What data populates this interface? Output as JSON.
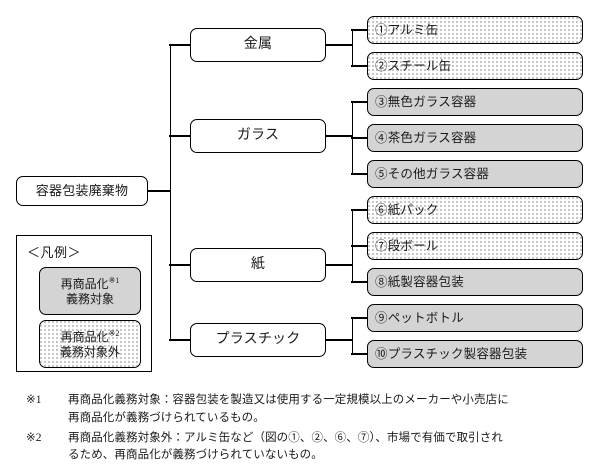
{
  "root": {
    "label": "容器包装廃棄物"
  },
  "legend": {
    "title": "＜凡例＞",
    "samples": [
      {
        "line1": "再商品化",
        "mark": "※1",
        "line2": "義務対象",
        "fill": "gray"
      },
      {
        "line1": "再商品化",
        "mark": "※2",
        "line2": "義務対象外",
        "fill": "dot"
      }
    ]
  },
  "categories": [
    {
      "label": "金属"
    },
    {
      "label": "ガラス"
    },
    {
      "label": "紙"
    },
    {
      "label": "プラスチック"
    }
  ],
  "items": [
    {
      "label": "①アルミ缶",
      "fill": "dot"
    },
    {
      "label": "②スチール缶",
      "fill": "dot"
    },
    {
      "label": "③無色ガラス容器",
      "fill": "gray"
    },
    {
      "label": "④茶色ガラス容器",
      "fill": "gray"
    },
    {
      "label": "⑤その他ガラス容器",
      "fill": "gray"
    },
    {
      "label": "⑥紙パック",
      "fill": "dot"
    },
    {
      "label": "⑦段ボール",
      "fill": "dot"
    },
    {
      "label": "⑧紙製容器包装",
      "fill": "gray"
    },
    {
      "label": "⑨ペットボトル",
      "fill": "gray"
    },
    {
      "label": "⑩プラスチック製容器包装",
      "fill": "gray"
    }
  ],
  "notes": [
    {
      "mark": "※1",
      "line1": "再商品化義務対象：容器包装を製造又は使用する一定規模以上のメーカーや小売店に",
      "line2": "再商品化が義務づけられているもの。"
    },
    {
      "mark": "※2",
      "line1": "再商品化義務対象外：アルミ缶など（図の①、②、⑥、⑦）、市場で有価で取引され",
      "line2": "るため、再商品化が義務づけられていないもの。"
    }
  ],
  "colors": {
    "line": "#000000",
    "obligated_fill": "#d4d4d4",
    "exempt_fill": "#fefefe",
    "background": "#ffffff"
  }
}
